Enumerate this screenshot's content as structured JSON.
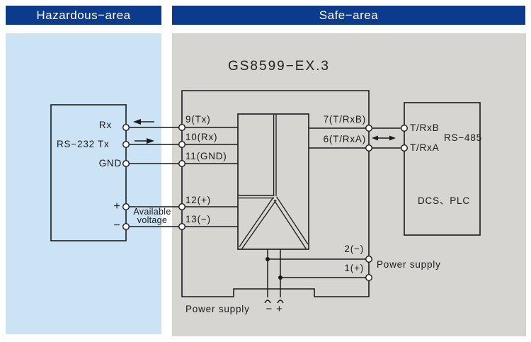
{
  "headers": {
    "hazardous": "Hazardous−area",
    "safe": "Safe−area"
  },
  "device": {
    "title": "GS8599−EX.3",
    "left_terminals": [
      "9(Tx)",
      "10(Rx)",
      "11(GND)",
      "12(+)",
      "13(−)"
    ],
    "right_terminals": [
      "7(T/RxB)",
      "6(T/RxA)"
    ],
    "power_terminals": [
      "2(−)",
      "1(+)"
    ]
  },
  "left_box": {
    "bus_label": "RS−232",
    "terminals": [
      "Rx",
      "Tx",
      "GND",
      "+",
      "−"
    ],
    "voltage_note_line1": "Available",
    "voltage_note_line2": "voltage"
  },
  "right_box": {
    "terminals": [
      "T/RxB",
      "T/RxA"
    ],
    "bus_label": "RS−485",
    "system_label": "DCS、PLC"
  },
  "power": {
    "bottom_label": "Power supply",
    "bottom_polarity": "− +",
    "right_label": "Power supply"
  },
  "colors": {
    "header_bg": "#0c3b8d",
    "hazard_bg": "#cbe3f4",
    "safe_bg": "#d7d5d2",
    "line": "#1a1a1a"
  }
}
